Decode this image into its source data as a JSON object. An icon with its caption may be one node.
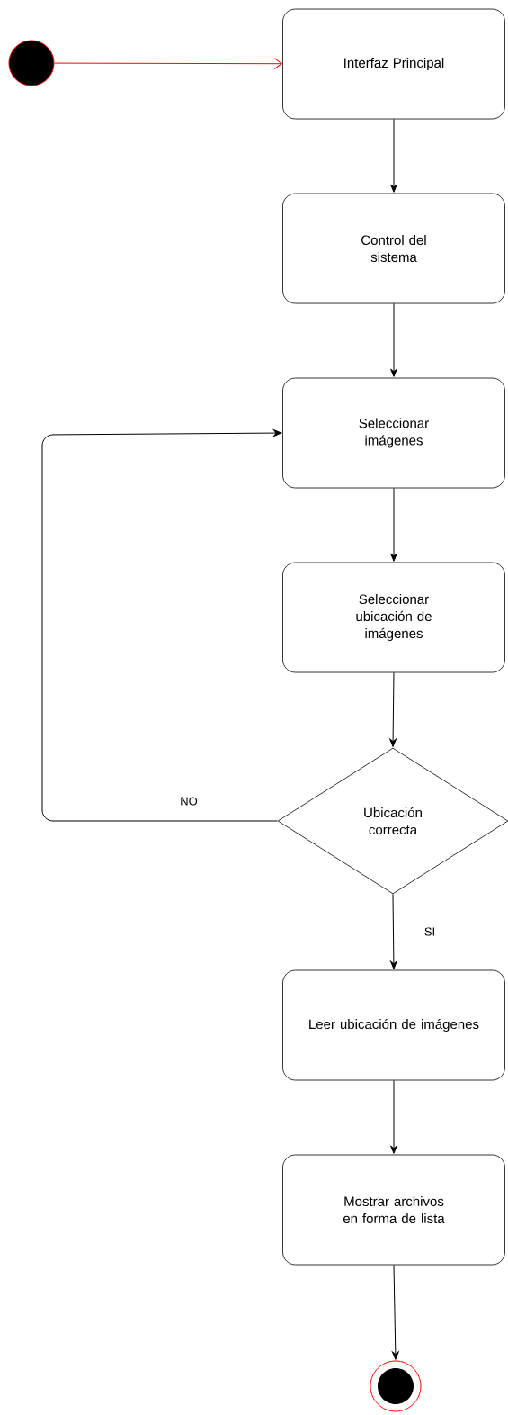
{
  "diagram": {
    "nodes": [
      {
        "text": [],
        "shape": "circle"
      },
      {
        "text": [
          "Interfaz Principal"
        ]
      },
      {
        "text": [
          "Control del sistema"
        ]
      },
      {
        "text": [
          "Seleccionar imágenes"
        ]
      },
      {
        "text": [
          "Seleccionar ubicación de imágenes"
        ]
      },
      {
        "text": [
          "Ubicación correcta"
        ]
      },
      {
        "text": [
          "Leer ubicación de imágenes"
        ]
      },
      {
        "text": [
          "Mostrar archivos en forma de lista"
        ]
      },
      {
        "text": [],
        "shape": "circle"
      }
    ],
    "edges": [
      {
        "from": 0,
        "to": 1,
        "arrow": "to",
        "color": "#ff0000"
      },
      {
        "from": 1,
        "to": 2,
        "arrow": "to"
      },
      {
        "from": 2,
        "to": 3,
        "arrow": "to"
      },
      {
        "from": 3,
        "to": 4,
        "arrow": "to"
      },
      {
        "from": 4,
        "to": 5,
        "arrow": "to"
      },
      {
        "from": 5,
        "to": 3,
        "arrow": "to",
        "label": "NO"
      },
      {
        "from": 5,
        "to": 6,
        "arrow": "to",
        "label": "SI"
      },
      {
        "from": 6,
        "to": 7,
        "arrow": "to"
      },
      {
        "from": 7,
        "to": 8,
        "arrow": "to"
      }
    ]
  }
}
